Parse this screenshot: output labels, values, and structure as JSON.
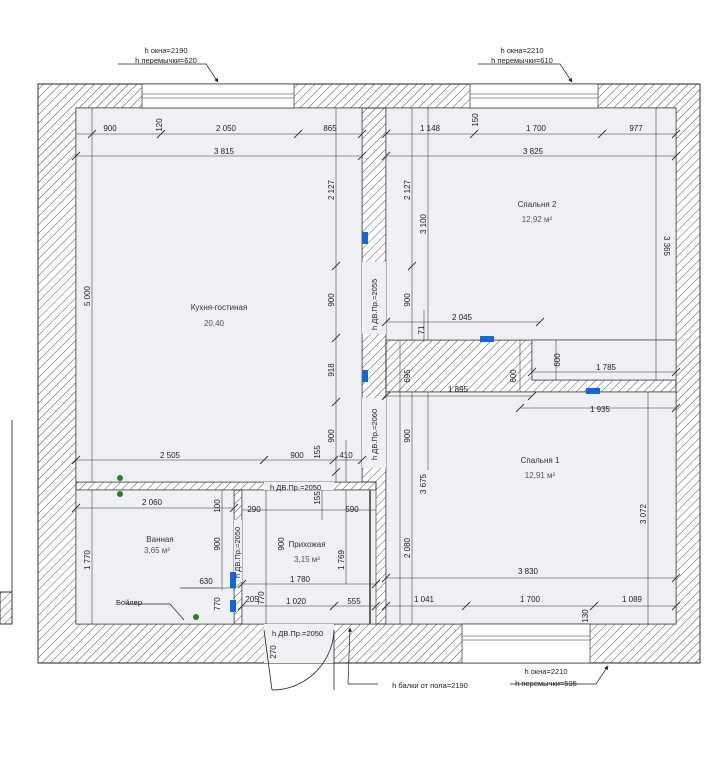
{
  "windows": {
    "top_left": {
      "h_window": "h окна=2190",
      "h_lintel": "h перемычки=620"
    },
    "top_right": {
      "h_window": "h окна=2210",
      "h_lintel": "h перемычки=610"
    },
    "bottom": {
      "h_window": "h окна=2210",
      "h_lintel": "h перемычки=595"
    },
    "beam": "h балки от пола=2190"
  },
  "rooms": {
    "kitchen": {
      "name": "Кухня-гостиная",
      "area": "20,40"
    },
    "bedroom2": {
      "name": "Спальня 2",
      "area": "12,92 м²"
    },
    "bedroom1": {
      "name": "Спальня 1",
      "area": "12,91 м²"
    },
    "bath": {
      "name": "Ванная",
      "area": "3,65 м²"
    },
    "hall": {
      "name": "Прихожая",
      "area": "3,15 м²"
    }
  },
  "labels": {
    "boiler": "Бойлер",
    "door_hall": "h ДВ.Пр.=2050",
    "door_hall_entry": "h ДВ.Пр.=2050",
    "door_bath": "h ДВ.Пр.=2050",
    "door_bed2": "h ДВ.Пр.=2055",
    "door_bed1": "h ДВ.Пр.=2060"
  },
  "dims": {
    "k_top_1": "900",
    "k_top_2": "2 050",
    "k_top_3": "865",
    "k_top_wall": "120",
    "k_width": "3 815",
    "k_height": "5 000",
    "k_right_1": "2 127",
    "k_right_2": "900",
    "k_right_3": "918",
    "k_right_4": "900",
    "k_bottom": "2 505",
    "k_bottom_door": "900",
    "k_bottom_155": "155",
    "k_bottom_410": "410",
    "b2_top_1": "1 148",
    "b2_top_2": "1 700",
    "b2_top_3": "977",
    "b2_top_wall": "150",
    "b2_width": "3 825",
    "b2_left_1": "2 127",
    "b2_left_2": "3 100",
    "b2_left_3": "900",
    "b2_right": "3 365",
    "b2_bottom": "2 045",
    "b2_71": "71",
    "b2_600": "600",
    "b2_1785": "1 785",
    "b1_top_1": "1 895",
    "b1_top_600": "600",
    "b1_1935": "1 935",
    "b1_695": "695",
    "b1_left_900": "900",
    "b1_left_3675": "3 675",
    "b1_left_2080": "2 080",
    "b1_right": "3 072",
    "b1_width": "3 830",
    "b1_bottom_1": "1 041",
    "b1_bottom_2": "1 700",
    "b1_bottom_3": "1 089",
    "b1_bottom_wall": "130",
    "bath_width": "2 060",
    "bath_height": "1 770",
    "bath_100": "100",
    "bath_900": "900",
    "bath_630": "630",
    "bath_770": "770",
    "hall_290": "290",
    "hall_590": "590",
    "hall_155": "155",
    "hall_900": "900",
    "hall_width": "1 780",
    "hall_height": "1 769",
    "hall_205": "205",
    "hall_1020": "1 020",
    "hall_555": "555",
    "hall_770": "770",
    "hall_270": "270"
  }
}
